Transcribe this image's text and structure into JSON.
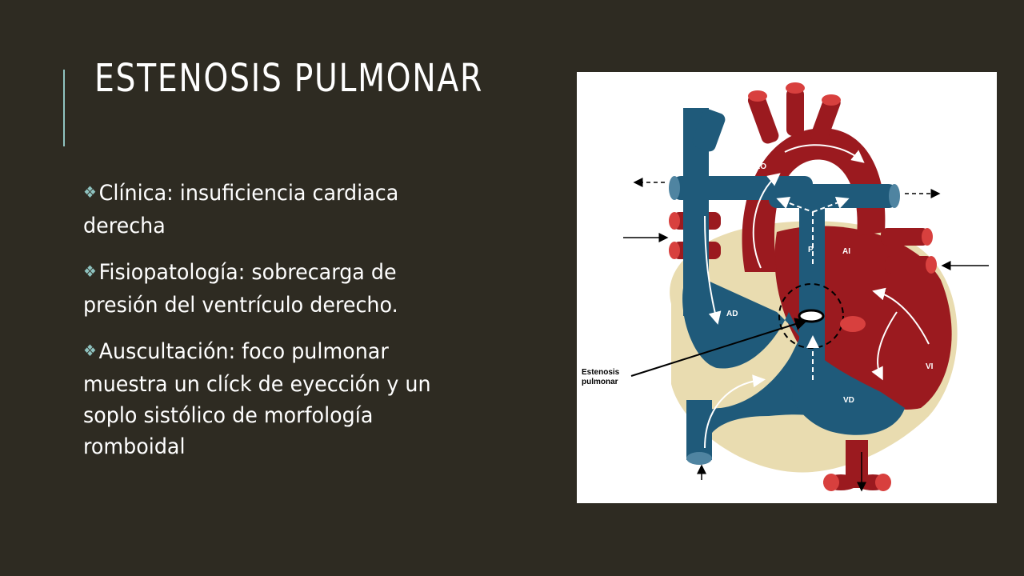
{
  "slide": {
    "title": "ESTENOSIS PULMONAR",
    "bullets": [
      {
        "text": "Clínica: insuficiencia cardiaca derecha"
      },
      {
        "text": "Fisiopatología:  sobrecarga de presión del ventrículo derecho."
      },
      {
        "text": "Auscultación:  foco pulmonar muestra un clíck de eyección y un soplo sistólico de morfología romboidal"
      }
    ],
    "bullet_glyph": "❖",
    "colors": {
      "background": "#2e2b22",
      "accent": "#8fc3c0",
      "text": "#ffffff",
      "oxygenated": "#9b1a1f",
      "deoxygenated": "#1f5a7a",
      "tissue": "#e9dcb0"
    }
  },
  "diagram": {
    "labels": {
      "ao": "AO",
      "ai": "AI",
      "p": "P",
      "ad": "AD",
      "vi": "VI",
      "vd": "VD",
      "estenosis_line1": "Estenosis",
      "estenosis_line2": "pulmonar"
    }
  }
}
